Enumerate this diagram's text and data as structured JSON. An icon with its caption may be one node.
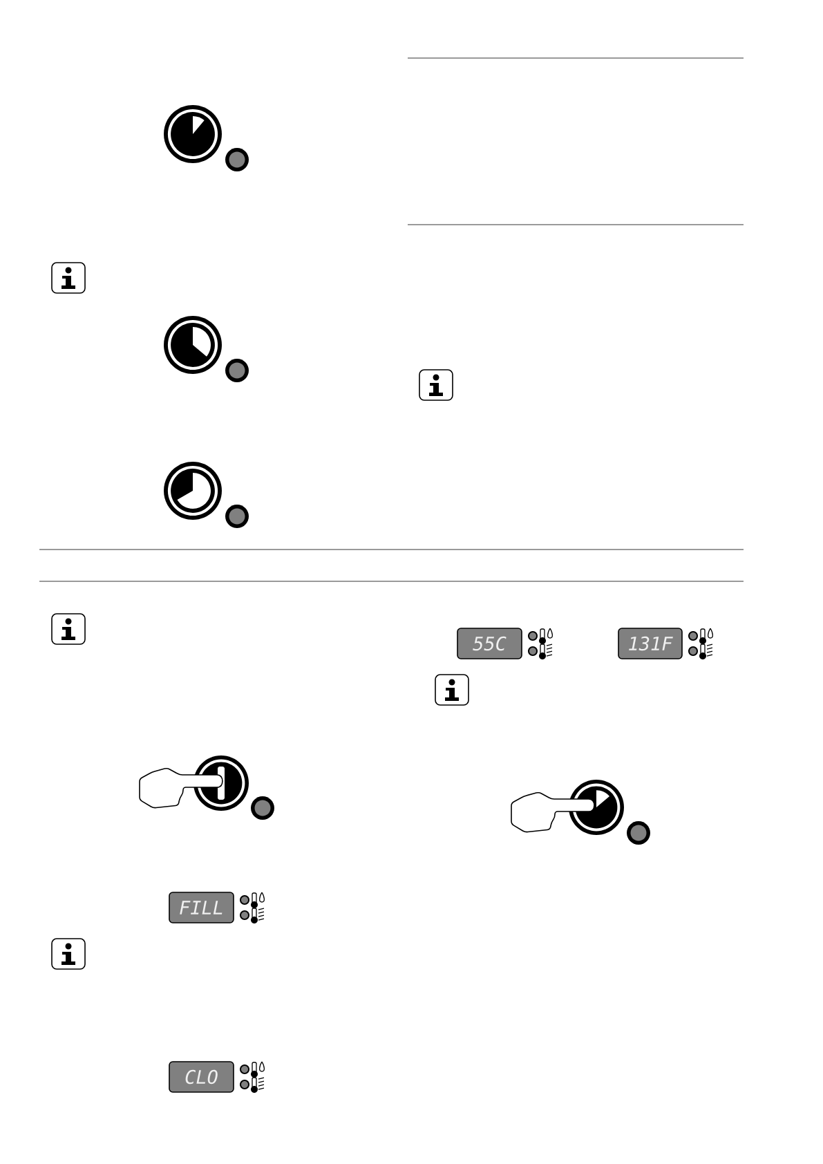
{
  "diagram": {
    "labels": [
      "FILL",
      "CLO",
      "55C",
      "131F"
    ]
  }
}
